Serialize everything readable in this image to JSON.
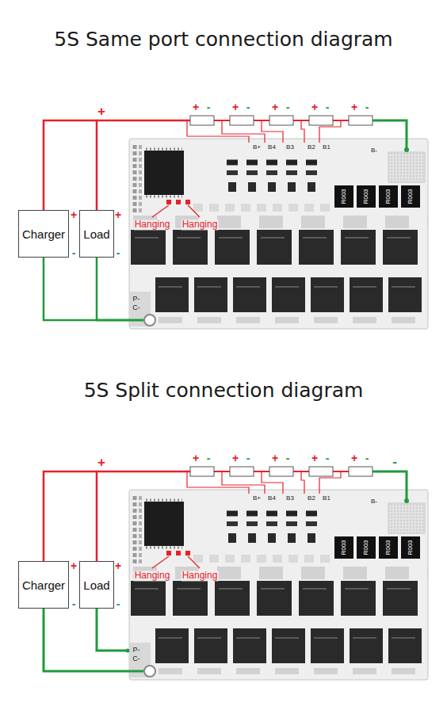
{
  "diagram": {
    "nodes": [
      {
        "text": [
          "Charger"
        ]
      },
      {
        "text": [
          "Load"
        ]
      },
      {
        "text": [
          "Charger"
        ]
      },
      {
        "text": [
          "Load"
        ]
      }
    ],
    "edges": [
      {
        "from": 0,
        "to": 1,
        "arrow": "none"
      },
      {
        "from": 0,
        "to": 1,
        "arrow": "none"
      },
      {
        "from": 2,
        "to": 3,
        "arrow": "none"
      }
    ],
    "labels": [
      "5S Same port connection diagram",
      "+",
      "+",
      "-",
      "+",
      "-",
      "+",
      "-",
      "+",
      "-",
      "+",
      "-",
      "B+",
      "B4",
      "B3",
      "B2",
      "B1",
      "B-",
      "R003",
      "R003",
      "R003",
      "R003",
      "+",
      "-",
      "+",
      "-",
      "Hanging",
      "Hanging",
      "P-",
      "C-",
      "5S Split connection diagram",
      "+",
      "+",
      "-",
      "+",
      "-",
      "+",
      "-",
      "+",
      "-",
      "+",
      "-",
      "-",
      "B+",
      "B4",
      "B3",
      "B2",
      "B1",
      "B-",
      "R003",
      "R003",
      "R003",
      "R003",
      "+",
      "-",
      "+",
      "-",
      "Hanging",
      "Hanging",
      "P-",
      "C-"
    ]
  }
}
